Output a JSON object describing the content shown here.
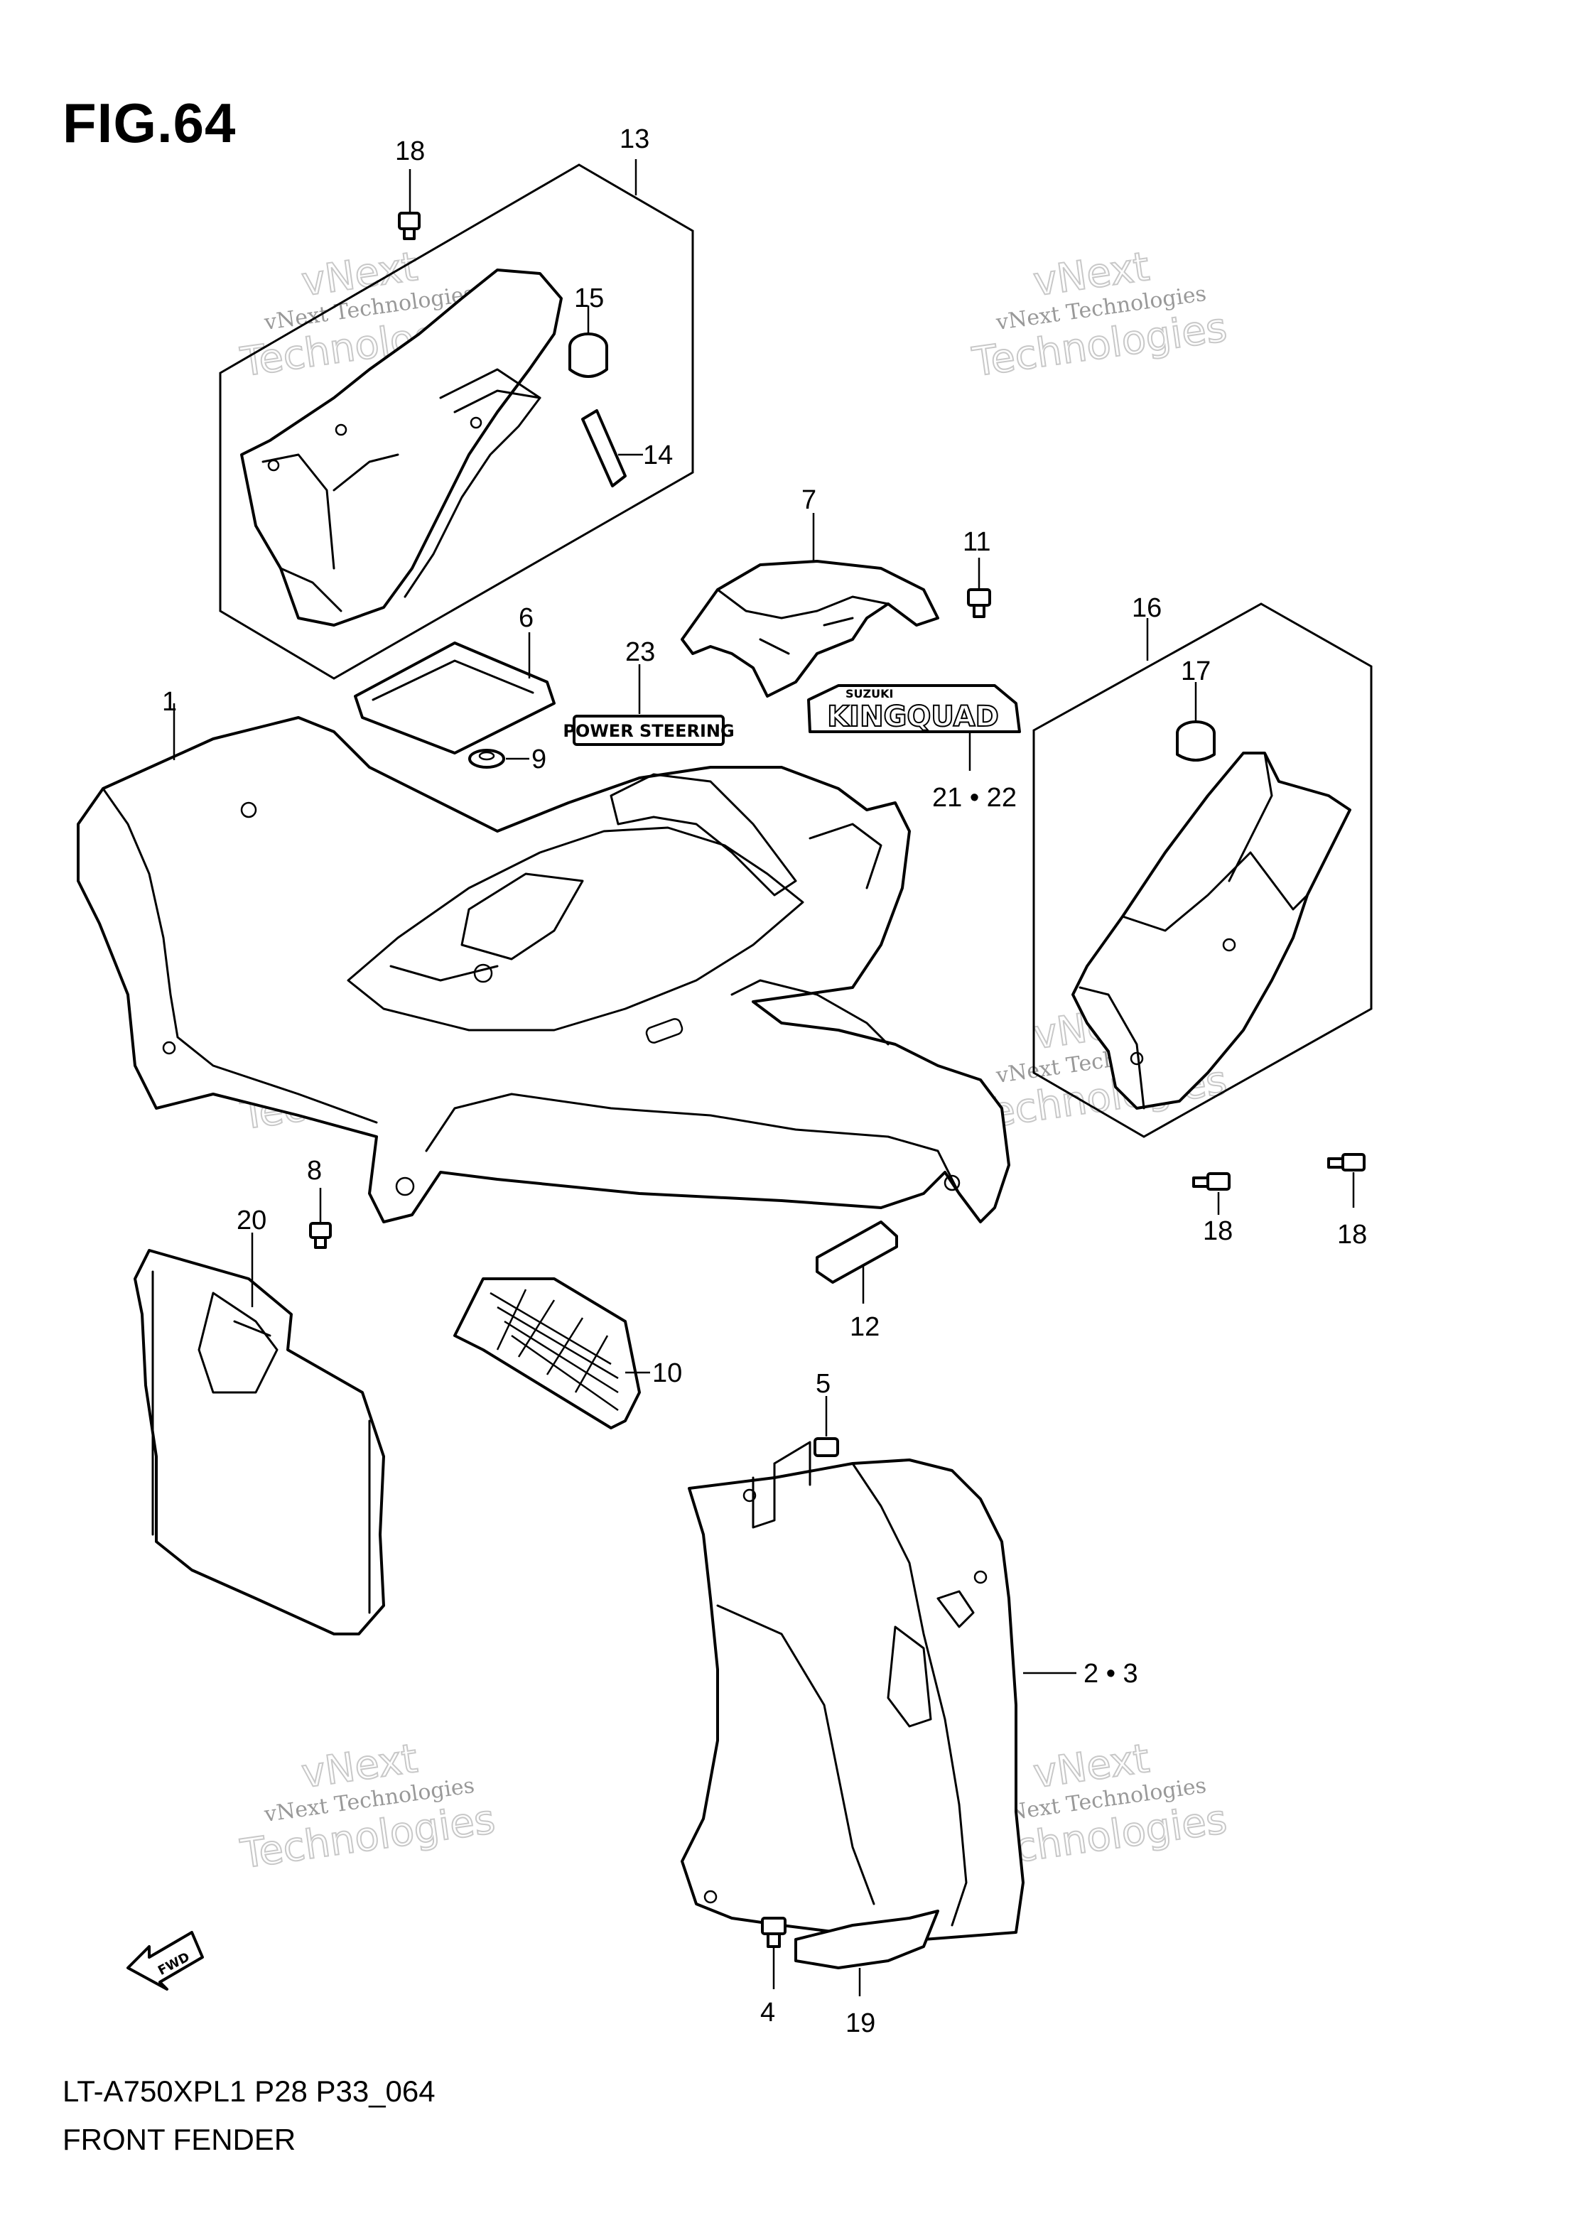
{
  "figure": {
    "title": "FIG.64",
    "model_code": "LT-A750XPL1 P28 P33_064",
    "name": "FRONT FENDER"
  },
  "callouts": {
    "c1": "1",
    "c2_3": "2 • 3",
    "c4": "4",
    "c5": "5",
    "c6": "6",
    "c7": "7",
    "c8": "8",
    "c9": "9",
    "c10": "10",
    "c11": "11",
    "c12": "12",
    "c13": "13",
    "c14": "14",
    "c15": "15",
    "c16": "16",
    "c17": "17",
    "c18_top": "18",
    "c18_right_a": "18",
    "c18_right_b": "18",
    "c19": "19",
    "c20": "20",
    "c21_22": "21 • 22",
    "c23": "23"
  },
  "decals": {
    "power_steering": "POWER STEERING",
    "brand_small": "SUZUKI",
    "kingquad": "KINGQUAD"
  },
  "fwd_arrow": "FWD",
  "watermark": {
    "line1": "vNext Technologies",
    "line2": "vNext",
    "line3": "Technologies"
  },
  "icons": [
    "fwd-arrow-icon",
    "bolt-icon",
    "grommet-icon",
    "clip-icon"
  ]
}
